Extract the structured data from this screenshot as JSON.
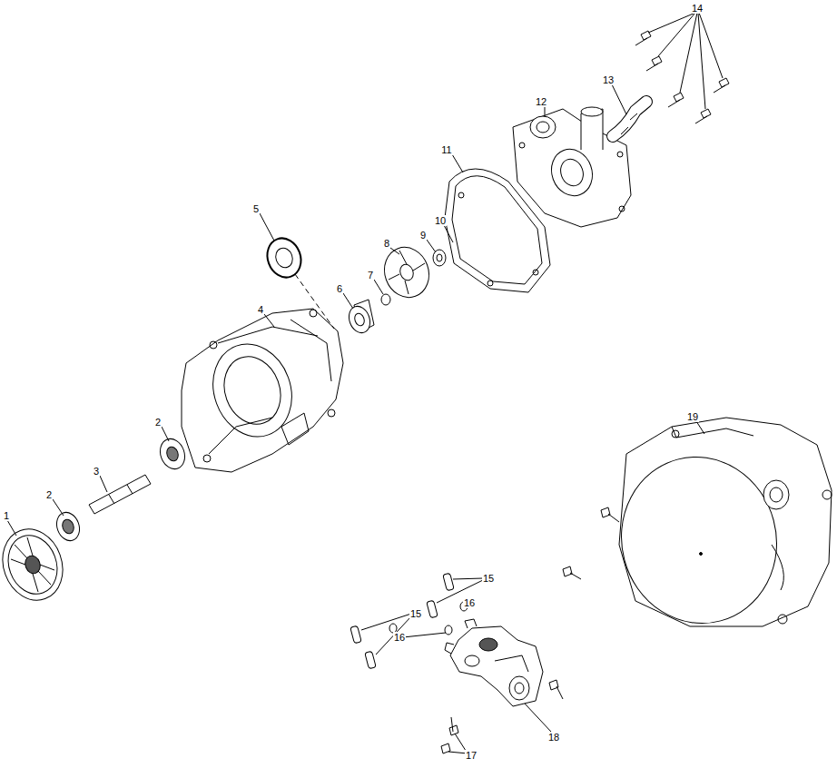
{
  "diagram": {
    "labels": [
      "14",
      "12",
      "13",
      "11",
      "5",
      "10",
      "9",
      "8",
      "7",
      "6",
      "4",
      "2",
      "3",
      "2",
      "1",
      "19",
      "15",
      "15",
      "16",
      "16",
      "17",
      "18"
    ]
  }
}
